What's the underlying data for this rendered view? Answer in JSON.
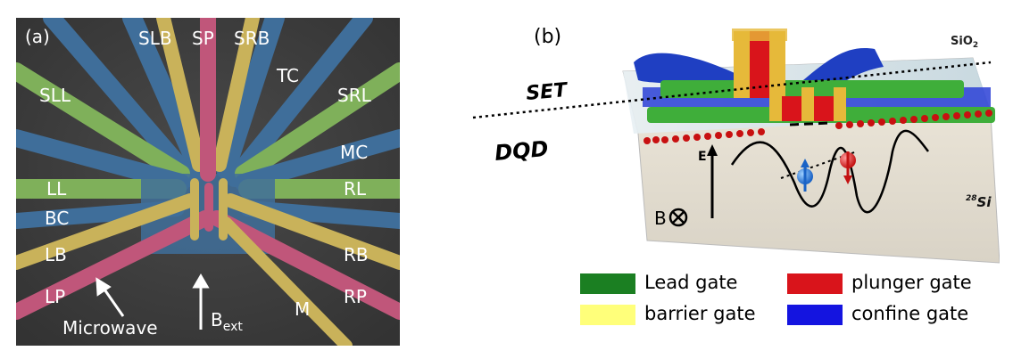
{
  "panel_a": {
    "label": "(a)",
    "gates": {
      "slb": "SLB",
      "sp": "SP",
      "srb": "SRB",
      "tc": "TC",
      "sll": "SLL",
      "srl": "SRL",
      "mc": "MC",
      "ll": "LL",
      "rl": "RL",
      "bc": "BC",
      "lb": "LB",
      "rb": "RB",
      "lp": "LP",
      "rp": "RP",
      "m": "M"
    },
    "microwave": "Microwave",
    "bext_main": "B",
    "bext_sub": "ext"
  },
  "panel_b": {
    "label": "(b)",
    "sio2": "SiO",
    "sio2_sub": "2",
    "set": "SET",
    "dqd": "DQD",
    "e_label": "E",
    "b_label": "B",
    "si_sup": "28",
    "si": "Si"
  },
  "legend": [
    {
      "label": "Lead gate",
      "color": "#1b7f22"
    },
    {
      "label": "plunger gate",
      "color": "#d9141b"
    },
    {
      "label": "barrier gate",
      "color": "#ffff7a"
    },
    {
      "label": "confine gate",
      "color": "#1414e0"
    }
  ],
  "colors": {
    "green_gate": "#7fb05a",
    "blue_gate": "#3f6e9a",
    "yellow_gate": "#c9b25a",
    "pink_gate": "#c0567a"
  }
}
